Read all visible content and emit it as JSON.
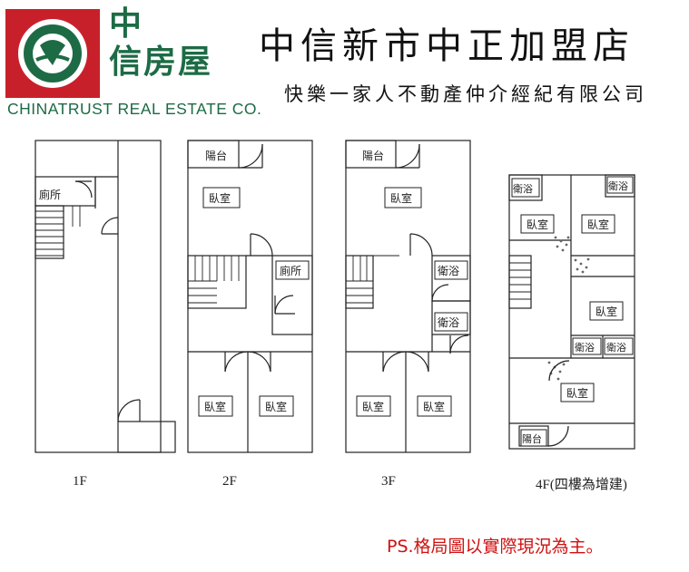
{
  "header": {
    "logo": {
      "name_line1": "中",
      "name_line2": "信房屋",
      "english": "CHINATRUST REAL ESTATE CO."
    },
    "title": "中信新市中正加盟店",
    "subtitle": "快樂一家人不動產仲介經紀有限公司"
  },
  "floors": {
    "f1": {
      "label": "1F",
      "rooms": {
        "toilet": "廁所"
      }
    },
    "f2": {
      "label": "2F",
      "rooms": {
        "balcony": "陽台",
        "bedroom_top": "臥室",
        "toilet": "廁所",
        "bedroom_left": "臥室",
        "bedroom_right": "臥室"
      }
    },
    "f3": {
      "label": "3F",
      "rooms": {
        "balcony": "陽台",
        "bedroom_top": "臥室",
        "bath_1": "衛浴",
        "bath_2": "衛浴",
        "bedroom_left": "臥室",
        "bedroom_right": "臥室"
      }
    },
    "f4": {
      "label": "4F(四樓為增建)",
      "rooms": {
        "bath_left": "衛浴",
        "bath_right": "衛浴",
        "bedroom_1": "臥室",
        "bedroom_2": "臥室",
        "bedroom_3": "臥室",
        "bath_mid_1": "衛浴",
        "bath_mid_2": "衛浴",
        "bedroom_4": "臥室",
        "balcony": "陽台"
      }
    }
  },
  "footer": {
    "note": "PS.格局圖以實際現況為主。"
  },
  "colors": {
    "logo_red": "#c8202a",
    "logo_green": "#1d6b45",
    "note_red": "#d01010"
  }
}
